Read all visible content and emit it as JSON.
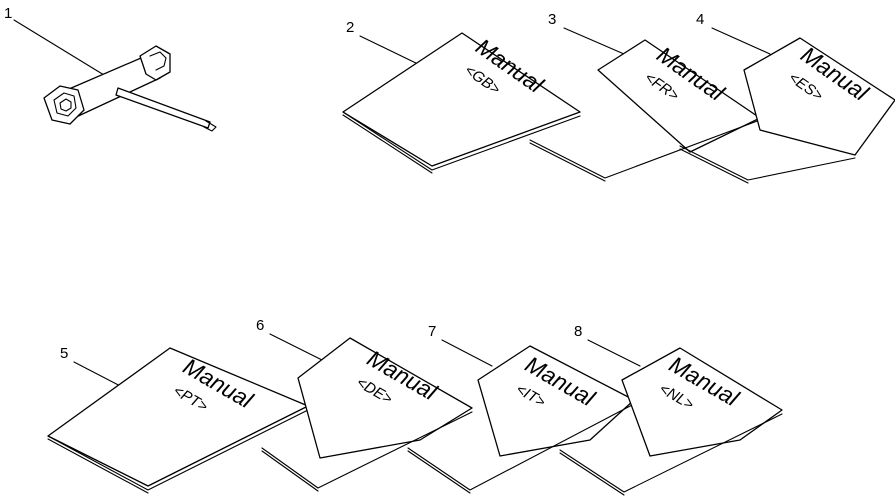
{
  "wrench": {
    "callout": "1",
    "icon": "socket-wrench-icon"
  },
  "manuals": [
    {
      "callout": "2",
      "title": "Manual",
      "code": "<GB>"
    },
    {
      "callout": "3",
      "title": "Manual",
      "code": "<FR>"
    },
    {
      "callout": "4",
      "title": "Manual",
      "code": "<ES>"
    },
    {
      "callout": "5",
      "title": "Manual",
      "code": "<PT>"
    },
    {
      "callout": "6",
      "title": "Manual",
      "code": "<DE>"
    },
    {
      "callout": "7",
      "title": "Manual",
      "code": "<IT>"
    },
    {
      "callout": "8",
      "title": "Manual",
      "code": "<NL>"
    }
  ]
}
